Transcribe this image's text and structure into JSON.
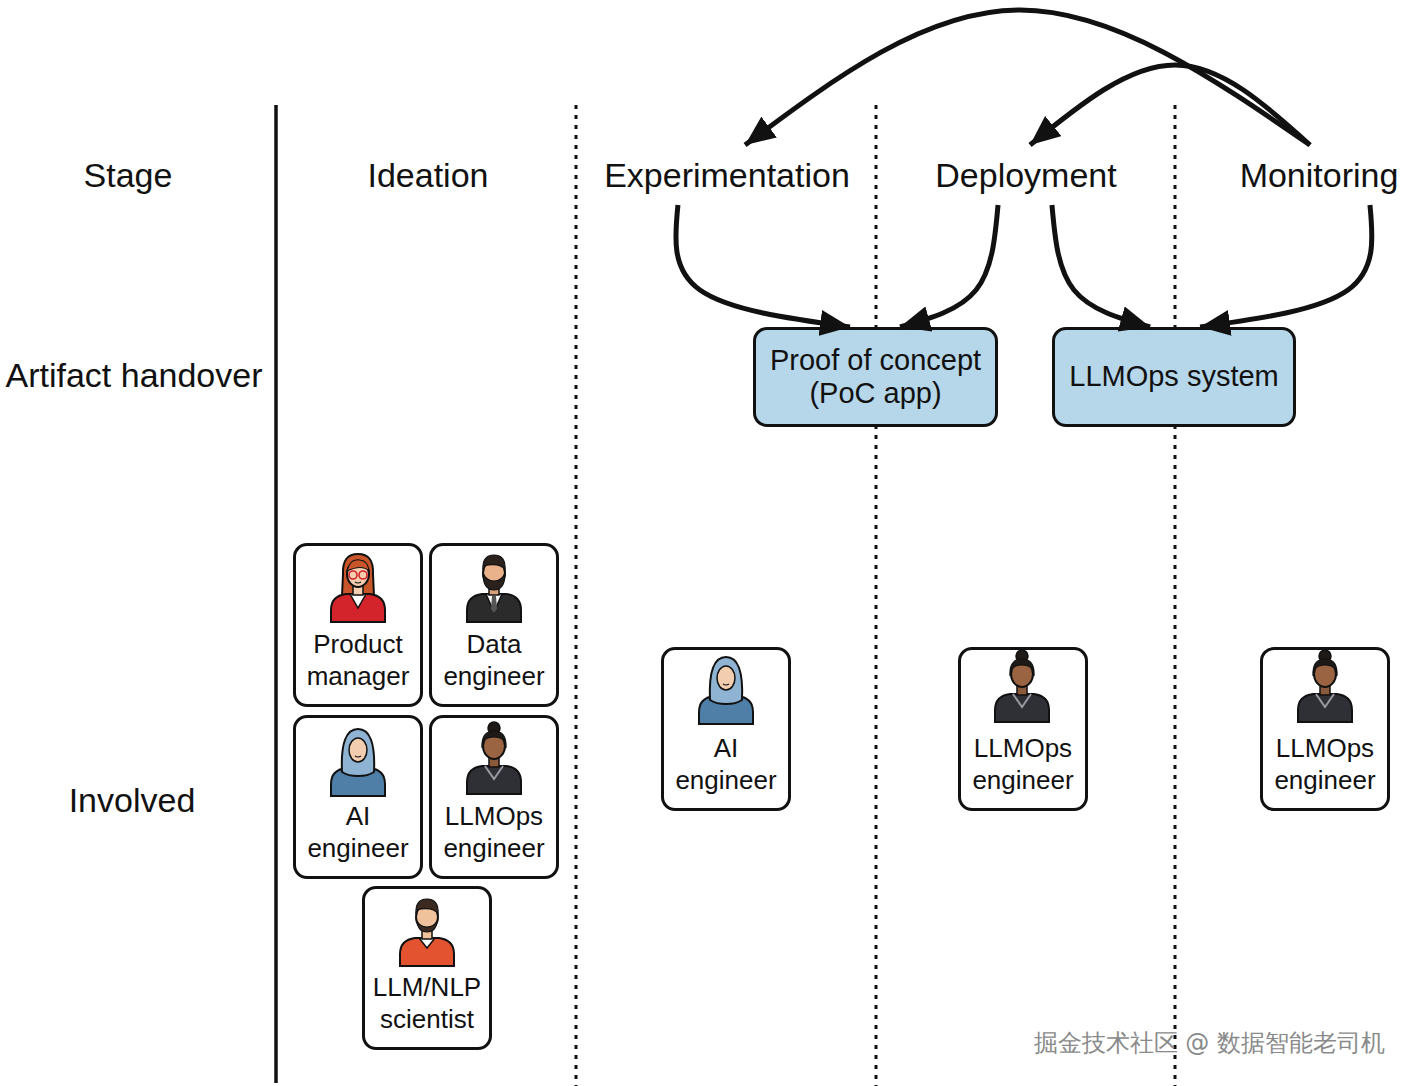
{
  "diagram": {
    "nodes": [
      {
        "text": [
          "Ideation"
        ]
      },
      {
        "text": [
          "Experimentation"
        ]
      },
      {
        "text": [
          "Deployment"
        ]
      },
      {
        "text": [
          "Monitoring"
        ]
      },
      {
        "text": [
          "Proof of concept (PoC app)"
        ]
      },
      {
        "text": [
          "LLMOps system"
        ]
      },
      {
        "text": [
          "Product manager"
        ]
      },
      {
        "text": [
          "Data engineer"
        ]
      },
      {
        "text": [
          "AI engineer"
        ]
      },
      {
        "text": [
          "LLMOps engineer"
        ]
      },
      {
        "text": [
          "LLM/NLP scientist"
        ]
      },
      {
        "text": [
          "AI engineer"
        ]
      },
      {
        "text": [
          "LLMOps engineer"
        ]
      },
      {
        "text": [
          "LLMOps engineer"
        ]
      }
    ],
    "edges": [
      {
        "from": 3,
        "to": 1,
        "arrow": "to"
      },
      {
        "from": 3,
        "to": 2,
        "arrow": "to"
      },
      {
        "from": 1,
        "to": 4,
        "arrow": "to"
      },
      {
        "from": 2,
        "to": 4,
        "arrow": "to"
      },
      {
        "from": 2,
        "to": 5,
        "arrow": "to"
      },
      {
        "from": 3,
        "to": 5,
        "arrow": "to"
      }
    ],
    "labels": [
      "Stage",
      "Artifact handover",
      "Involved",
      "掘金技术社区 @ 数据智能老司机"
    ]
  }
}
